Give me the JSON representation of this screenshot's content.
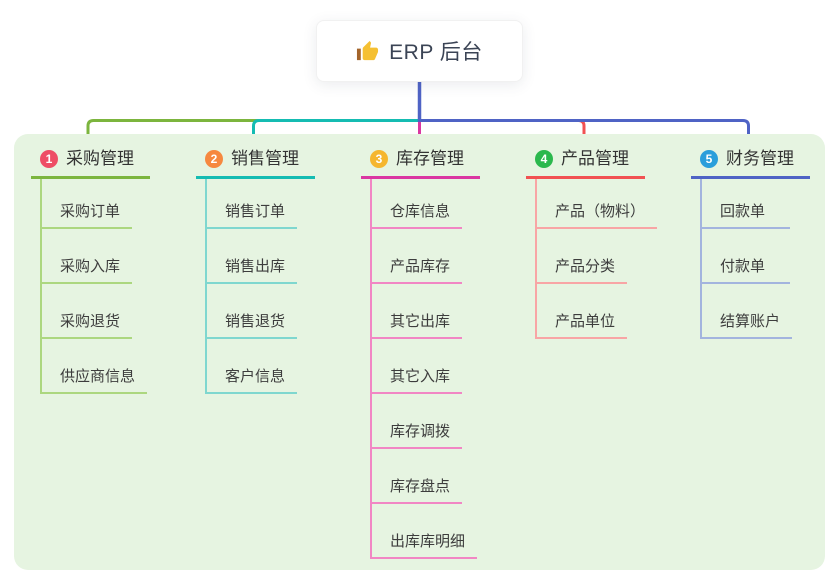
{
  "canvas": {
    "background": "#ffffff",
    "panel_background": "#e6f4e1"
  },
  "root": {
    "label": "ERP 后台",
    "icon": "thumbs-up-icon",
    "icon_color": "#f5c032",
    "icon_cuff_color": "#a3642a"
  },
  "connector": {
    "trunk_color": "#4f63c5"
  },
  "branches": [
    {
      "number": "1",
      "label": "采购管理",
      "badge_color": "#ee4d65",
      "line_color": "#7cb53e",
      "child_line_color": "#acd77f",
      "children": [
        "采购订单",
        "采购入库",
        "采购退货",
        "供应商信息"
      ]
    },
    {
      "number": "2",
      "label": "销售管理",
      "badge_color": "#f6883f",
      "line_color": "#15bcb2",
      "child_line_color": "#7fd7cf",
      "children": [
        "销售订单",
        "销售出库",
        "销售退货",
        "客户信息"
      ]
    },
    {
      "number": "3",
      "label": "库存管理",
      "badge_color": "#f5b62e",
      "line_color": "#da37a2",
      "child_line_color": "#f186c4",
      "children": [
        "仓库信息",
        "产品库存",
        "其它出库",
        "其它入库",
        "库存调拨",
        "库存盘点",
        "出库库明细"
      ]
    },
    {
      "number": "4",
      "label": "产品管理",
      "badge_color": "#2bb84d",
      "line_color": "#f15152",
      "child_line_color": "#f8a5a5",
      "children": [
        "产品（物料）",
        "产品分类",
        "产品单位"
      ]
    },
    {
      "number": "5",
      "label": "财务管理",
      "badge_color": "#2a9edb",
      "line_color": "#4f63c5",
      "child_line_color": "#a3b4de",
      "children": [
        "回款单",
        "付款单",
        "结算账户"
      ]
    }
  ]
}
